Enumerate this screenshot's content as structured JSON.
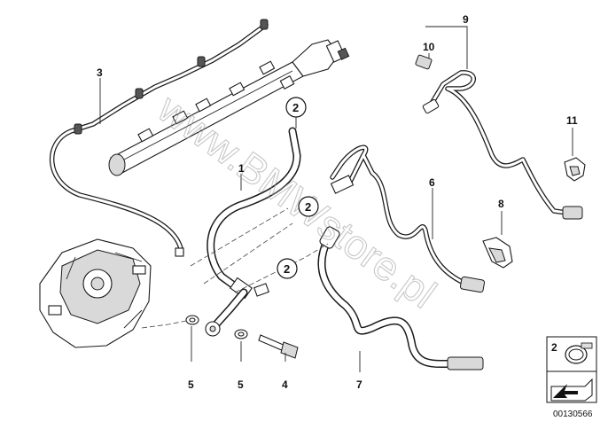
{
  "diagram": {
    "part_numbers": {
      "p1": "1",
      "p3": "3",
      "p4": "4",
      "p5a": "5",
      "p5b": "5",
      "p6": "6",
      "p7": "7",
      "p8": "8",
      "p9": "9",
      "p10": "10",
      "p11": "11"
    },
    "circled_refs": {
      "c_top": "2",
      "c_mid": "2",
      "c_low": "2"
    },
    "watermark": "www.BMWstore.pl",
    "legend_box": {
      "ref_number": "2"
    },
    "image_code": "00130566"
  }
}
